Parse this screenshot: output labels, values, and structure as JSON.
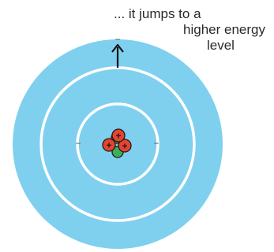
{
  "caption": {
    "line1": "... it jumps to a",
    "line2": "higher energy",
    "line3": "level"
  },
  "nucleus": {
    "proton_symbol": "+"
  },
  "electron_symbol": "−",
  "colors": {
    "shell_fill": "#7fd0ef",
    "ring_stroke": "#ffffff",
    "proton": "#e8432f",
    "neutron": "#3fae5a",
    "arrow": "#111111",
    "electron": "#555555"
  }
}
